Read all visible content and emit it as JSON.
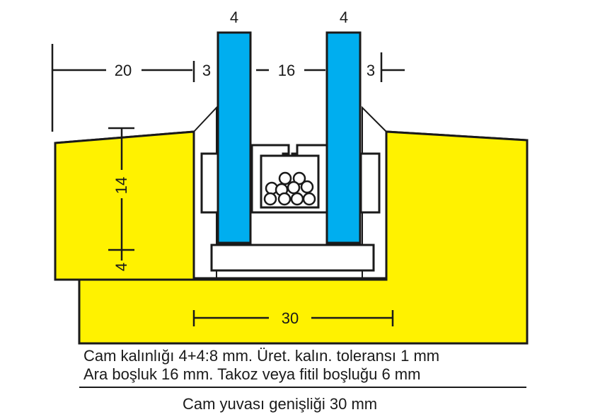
{
  "colors": {
    "frame": "#fff200",
    "glass": "#00aeef",
    "outline": "#1a1a1a",
    "background": "#ffffff"
  },
  "dimensions": {
    "glass_left_thickness": "4",
    "glass_right_thickness": "4",
    "left_frame_width": "20",
    "left_gap": "3",
    "spacer_gap": "16",
    "right_gap": "3",
    "rebate_height": "14",
    "setting_block": "4",
    "groove_width": "30"
  },
  "captions": {
    "line1": "Cam kalınlığı 4+4:8 mm. Üret. kalın. toleransı 1 mm",
    "line2": "Ara boşluk 16 mm. Takoz veya fitil boşluğu 6 mm",
    "line3": "Cam yuvası genişliği 30 mm"
  }
}
